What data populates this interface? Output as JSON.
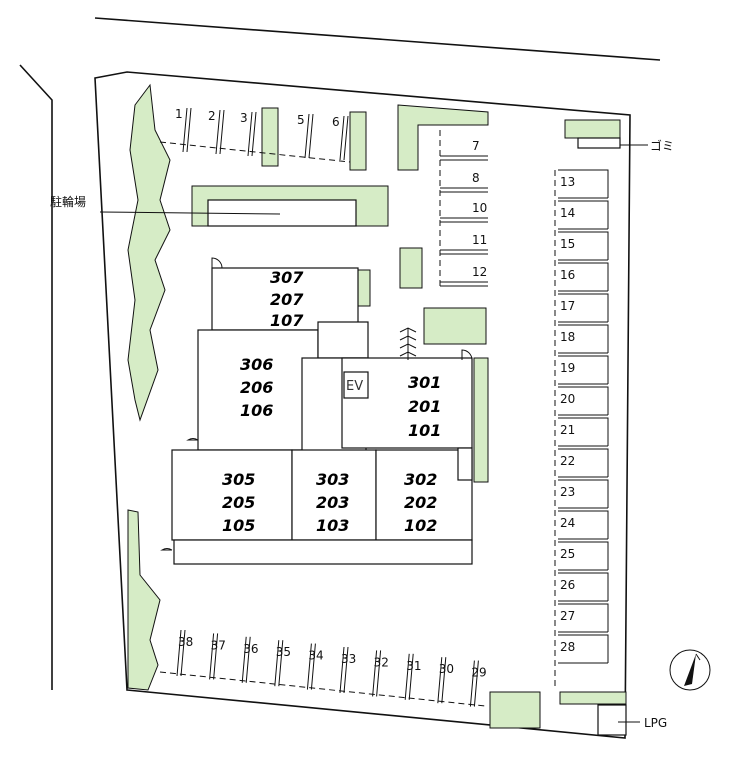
{
  "labels": {
    "bicycle_parking": "駐輪場",
    "garbage": "ゴミ",
    "lpg": "LPG",
    "elevator": "EV"
  },
  "units": [
    [
      "307",
      "207",
      "107"
    ],
    [
      "306",
      "206",
      "106"
    ],
    [
      "301",
      "201",
      "101"
    ],
    [
      "305",
      "205",
      "105"
    ],
    [
      "303",
      "203",
      "103"
    ],
    [
      "302",
      "202",
      "102"
    ]
  ],
  "parking": {
    "top_row": [
      "1",
      "2",
      "3",
      "5",
      "6"
    ],
    "right_inner": [
      "7",
      "8",
      "10",
      "11",
      "12"
    ],
    "right_outer": [
      "13",
      "14",
      "15",
      "16",
      "17",
      "18",
      "19",
      "20",
      "21",
      "22",
      "23",
      "24",
      "25",
      "26",
      "27",
      "28"
    ],
    "bottom_row": [
      "38",
      "37",
      "36",
      "35",
      "34",
      "33",
      "32",
      "31",
      "30",
      "29"
    ]
  },
  "colors": {
    "green_area": "#d6ecc6",
    "line": "#111111"
  },
  "icons": {
    "compass": "north-arrow-icon"
  }
}
